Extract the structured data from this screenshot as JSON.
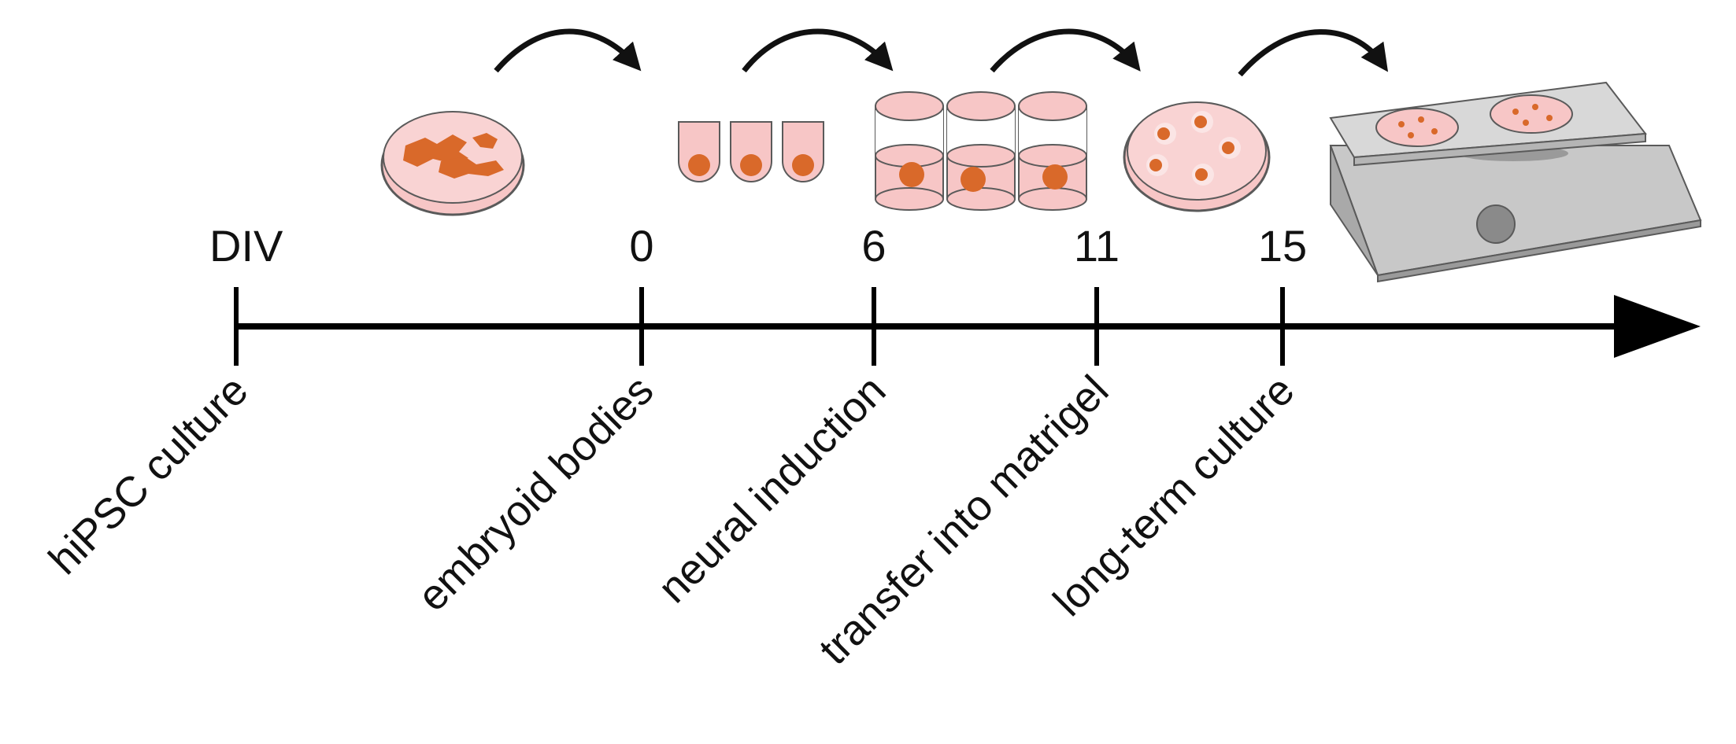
{
  "axis": {
    "unit_label": "DIV"
  },
  "milestones": [
    {
      "div": "0",
      "stage": "embryoid bodies"
    },
    {
      "div": "6",
      "stage": "neural induction"
    },
    {
      "div": "11",
      "stage": "transfer into matrigel"
    },
    {
      "div": "15",
      "stage": "long-term culture"
    }
  ],
  "start_stage": "hiPSC culture",
  "colors": {
    "medium_pink": "#f7c6c6",
    "cell_orange": "#d9692a",
    "outline": "#5a5a5a",
    "shaker_gray": "#c8c8c8",
    "axis": "#000000"
  },
  "icons": [
    "hipsc-dish-icon",
    "ultra-low-attachment-wells-icon",
    "neural-induction-wells-icon",
    "matrigel-dish-icon",
    "orbital-shaker-icon",
    "step-arrow-icon"
  ]
}
